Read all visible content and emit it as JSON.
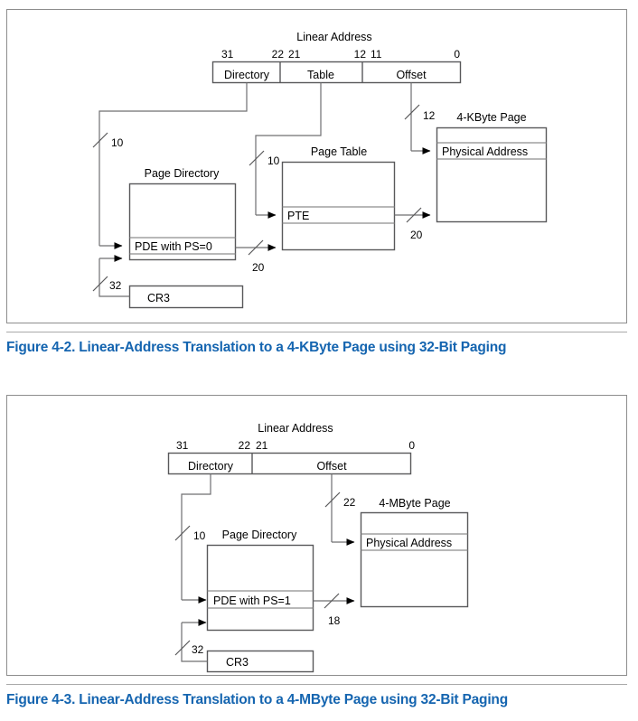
{
  "document": {
    "type": "technical-manual-figure-page",
    "figure_count": 2
  },
  "figures": [
    {
      "id": "figure-4-2",
      "caption": "Figure 4-2.  Linear-Address Translation to a 4-KByte Page using 32-Bit Paging",
      "caption_color": "#1565b0",
      "linear_address": {
        "title": "Linear Address",
        "fields": [
          {
            "name": "Directory",
            "high_bit": "31",
            "low_bit": "22"
          },
          {
            "name": "Table",
            "high_bit": "21",
            "low_bit": "12"
          },
          {
            "name": "Offset",
            "high_bit": "11",
            "low_bit": "0"
          }
        ]
      },
      "structures": [
        {
          "name": "Page Directory",
          "entry": "PDE with PS=0"
        },
        {
          "name": "Page Table",
          "entry": "PTE"
        },
        {
          "name": "4-KByte Page",
          "entry": "Physical Address"
        },
        {
          "name": "CR3",
          "entry": "CR3"
        }
      ],
      "bit_widths": [
        {
          "label": "12",
          "from": "Offset",
          "to": "4-KByte Page"
        },
        {
          "label": "10",
          "from": "Directory",
          "to": "Page Directory"
        },
        {
          "label": "10",
          "from": "Table",
          "to": "Page Table"
        },
        {
          "label": "20",
          "from": "PDE with PS=0",
          "to": "Page Table"
        },
        {
          "label": "20",
          "from": "PTE",
          "to": "4-KByte Page"
        },
        {
          "label": "32",
          "from": "CR3",
          "to": "Page Directory"
        }
      ]
    },
    {
      "id": "figure-4-3",
      "caption": "Figure 4-3.  Linear-Address Translation to a 4-MByte Page using 32-Bit Paging",
      "caption_color": "#1565b0",
      "linear_address": {
        "title": "Linear Address",
        "fields": [
          {
            "name": "Directory",
            "high_bit": "31",
            "low_bit": "22"
          },
          {
            "name": "Offset",
            "high_bit": "21",
            "low_bit": "0"
          }
        ]
      },
      "structures": [
        {
          "name": "Page Directory",
          "entry": "PDE with PS=1"
        },
        {
          "name": "4-MByte Page",
          "entry": "Physical Address"
        },
        {
          "name": "CR3",
          "entry": "CR3"
        }
      ],
      "bit_widths": [
        {
          "label": "22",
          "from": "Offset",
          "to": "4-MByte Page"
        },
        {
          "label": "10",
          "from": "Directory",
          "to": "Page Directory"
        },
        {
          "label": "18",
          "from": "PDE with PS=1",
          "to": "4-MByte Page"
        },
        {
          "label": "32",
          "from": "CR3",
          "to": "Page Directory"
        }
      ]
    }
  ]
}
